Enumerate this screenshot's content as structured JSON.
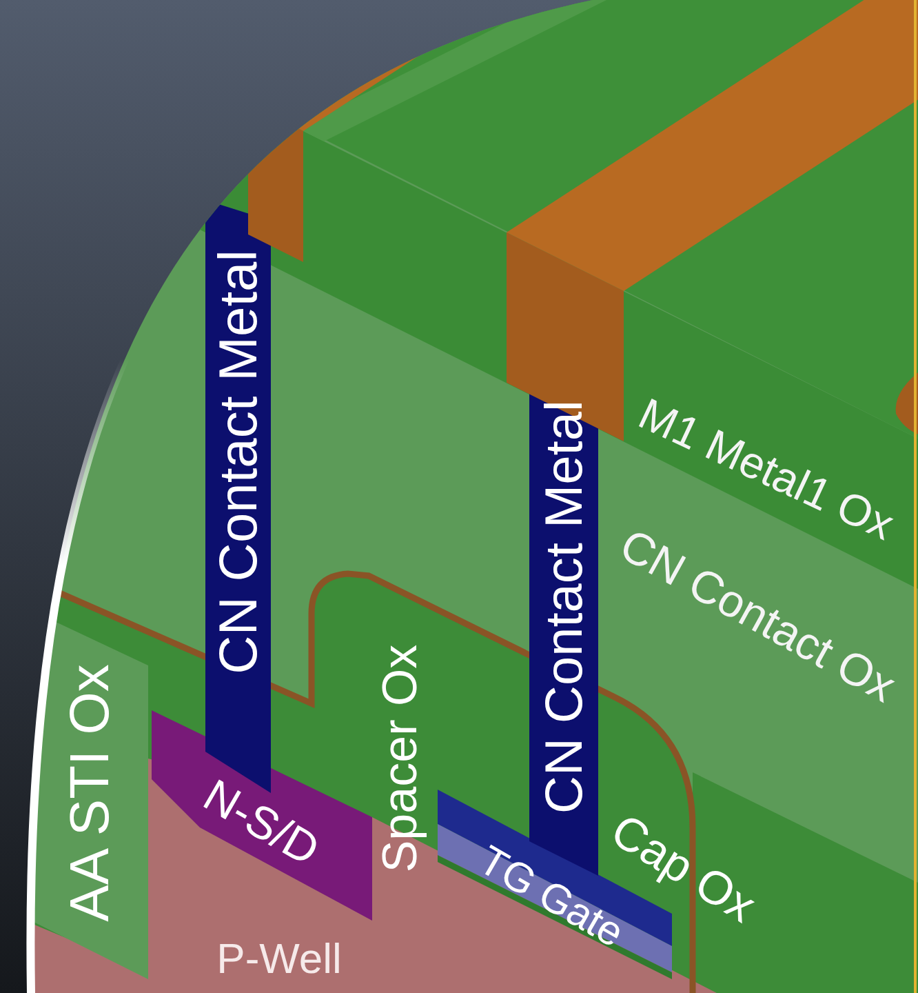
{
  "diagram": {
    "labels": [
      "CN Contact Metal",
      "CN Contact Metal",
      "M1 Metal1 Ox",
      "CN Contact Ox",
      "Spacer Ox",
      "AA STI Ox",
      "N-S/D",
      "Cap Ox",
      "TG Gate",
      "P-Well"
    ]
  }
}
